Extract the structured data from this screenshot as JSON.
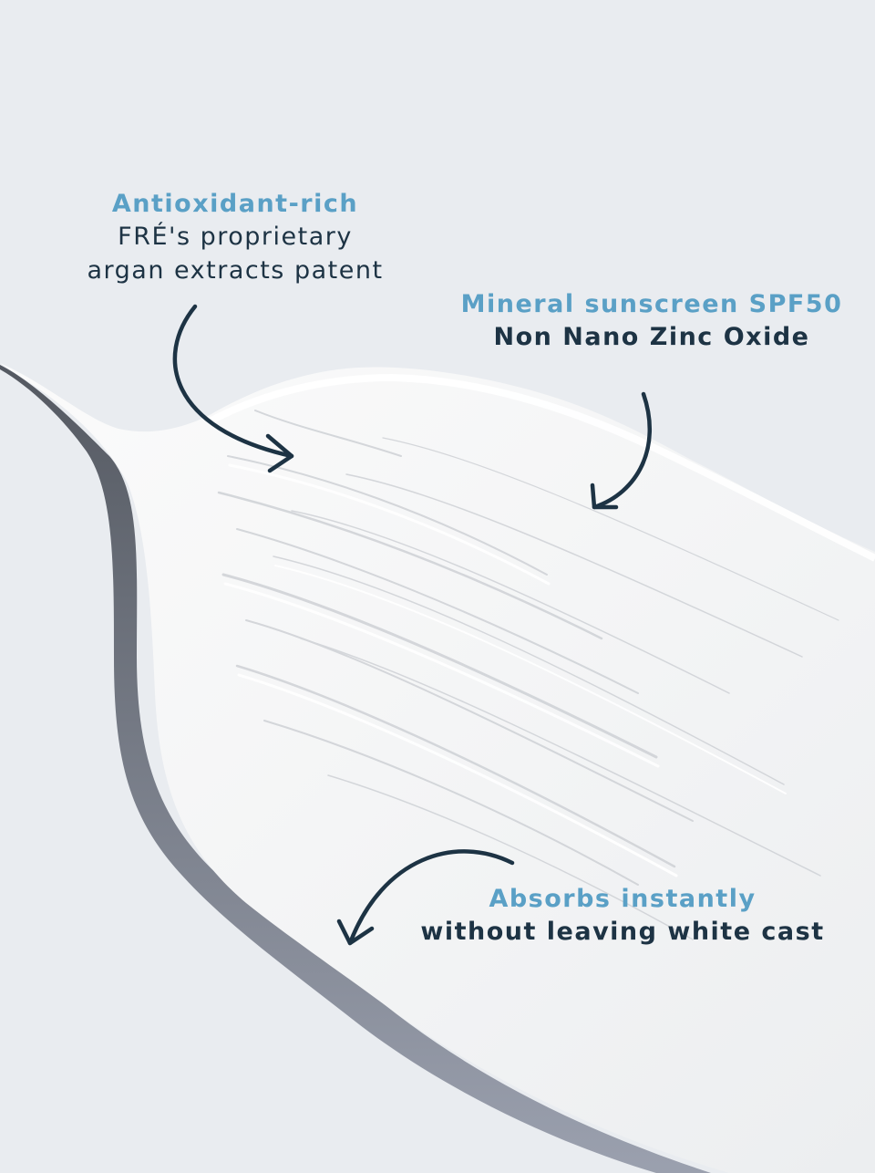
{
  "colors": {
    "background": "#e9ecf0",
    "headline": "#5aa0c6",
    "body_text": "#1d3344",
    "arrow": "#1d3344",
    "cream": "#f7f7f7",
    "cream_shadow": "#2e3440"
  },
  "callouts": {
    "antioxidant": {
      "headline": "Antioxidant-rich",
      "line1": "FRÉ's proprietary",
      "line2": "argan extracts patent"
    },
    "mineral": {
      "headline": "Mineral sunscreen SPF50",
      "line1": "Non Nano Zinc Oxide"
    },
    "absorbs": {
      "headline": "Absorbs instantly",
      "line1": "without leaving white cast"
    }
  },
  "icons": {
    "arrow_1": "curved-arrow-icon",
    "arrow_2": "curved-arrow-icon",
    "arrow_3": "curved-arrow-icon"
  }
}
